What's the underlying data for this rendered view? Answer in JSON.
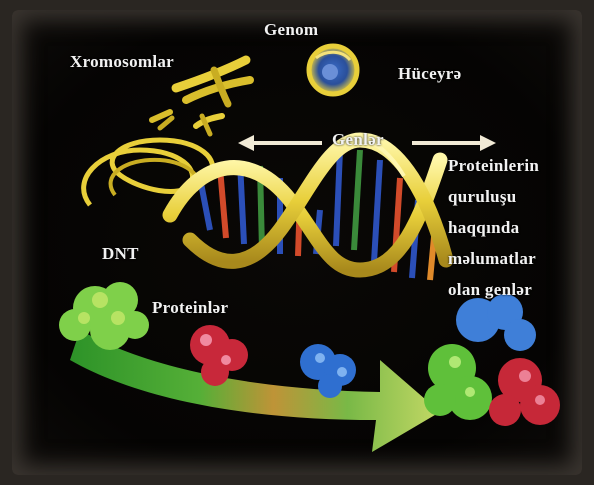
{
  "labels": {
    "genom": "Genom",
    "xromosomlar": "Xromosomlar",
    "huceyre": "Hüceyrə",
    "genler": "Genlər",
    "dnt": "DNT",
    "proteinler": "Proteinlər",
    "protein_note": [
      "Proteinlerin",
      "quruluşu",
      "haqqında",
      "məlumatlar",
      "olan genlər"
    ]
  },
  "colors": {
    "background": "#050403",
    "frame": "#2a2622",
    "helix_ribbon": "#e8cf3a",
    "label_text": "#f2f2f2",
    "arrow": "#f1ead6",
    "gradient_arrow_start": "#3fae2f",
    "gradient_arrow_end": "#cde36a"
  },
  "icons": [
    "chromosome-icon",
    "cell-icon",
    "dna-helix-icon",
    "protein-cluster-icon",
    "double-arrow-icon"
  ]
}
